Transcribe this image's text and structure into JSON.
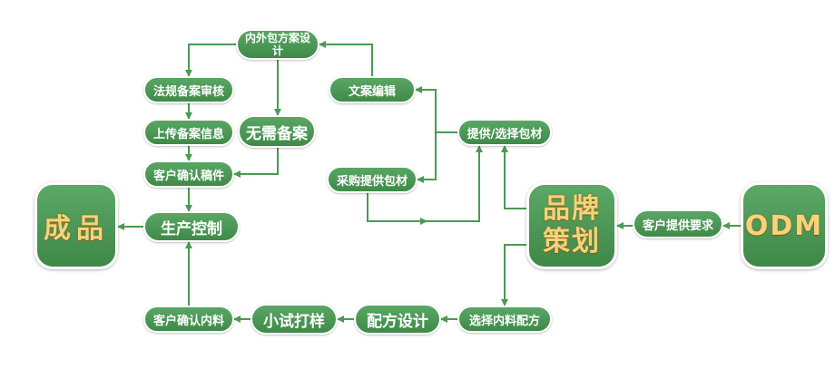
{
  "colors": {
    "node": "#4a9a53",
    "line": "#4a9a53",
    "text": "#ffffff",
    "accent_text": "#f6d27a"
  },
  "nodes": {
    "odm": "ODM",
    "customer_requirements": "客户提供要求",
    "brand_planning": "品牌策划",
    "packaging_design": "内外包方案设计",
    "regulation_review": "法规备案审核",
    "upload_filing_info": "上传备案信息",
    "no_filing_needed": "无需备案",
    "customer_confirm_draft": "客户确认稿件",
    "production_control": "生产控制",
    "finished_product": "成品",
    "copywriting": "文案编辑",
    "provide_select_packaging": "提供/选择包材",
    "purchase_provide_packaging": "采购提供包材",
    "select_ingredient_formula": "选择内料配方",
    "formula_design": "配方设计",
    "small_trial_sample": "小试打样",
    "customer_confirm_ingredients": "客户确认内料"
  }
}
